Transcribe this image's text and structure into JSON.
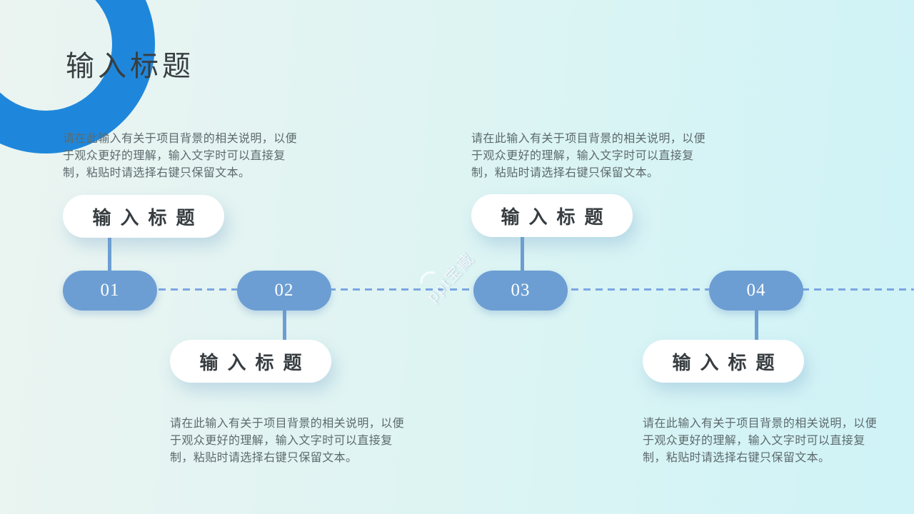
{
  "slide": {
    "title": "输入标题",
    "watermark": "ppt宝藏",
    "colors": {
      "accent_ring_blue": "#1f87db",
      "pill_blue": "#6c9ed3",
      "dash_blue": "#7ca6e2",
      "title_text": "#383e41",
      "label_text": "#363c40",
      "body_text": "#5d6a6d",
      "background_left": "#ebf4f1",
      "background_right": "#cff3f7"
    },
    "steps": [
      {
        "number": "01",
        "label": "输入标题",
        "label_position": "above",
        "description": "请在此输入有关于项目背景的相关说明，以便于观众更好的理解，输入文字时可以直接复制，粘贴时请选择右键只保留文本。"
      },
      {
        "number": "02",
        "label": "输入标题",
        "label_position": "below",
        "description": "请在此输入有关于项目背景的相关说明，以便于观众更好的理解，输入文字时可以直接复制，粘贴时请选择右键只保留文本。"
      },
      {
        "number": "03",
        "label": "输入标题",
        "label_position": "above",
        "description": "请在此输入有关于项目背景的相关说明，以便于观众更好的理解，输入文字时可以直接复制，粘贴时请选择右键只保留文本。"
      },
      {
        "number": "04",
        "label": "输入标题",
        "label_position": "below",
        "description": "请在此输入有关于项目背景的相关说明，以便于观众更好的理解，输入文字时可以直接复制，粘贴时请选择右键只保留文本。"
      }
    ]
  }
}
